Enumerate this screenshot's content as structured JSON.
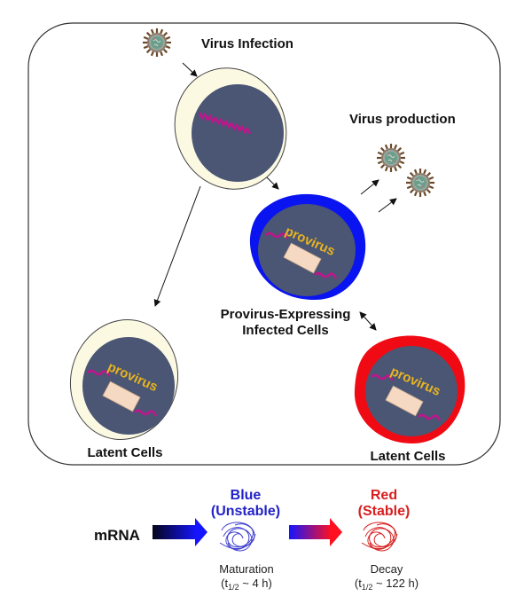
{
  "diagram": {
    "labels": {
      "virus_infection": "Virus Infection",
      "virus_production": "Virus production",
      "expressing_line1": "Provirus-Expressing",
      "expressing_line2": "Infected Cells",
      "latent_left": "Latent Cells",
      "latent_right": "Latent Cells"
    },
    "provirus_text": "provirus",
    "colors": {
      "cytoplasm_uninfected": "#fcf9e3",
      "nucleus": "#4a5673",
      "blue_cell": "#0a14f0",
      "red_cell": "#f00a14",
      "provirus_text": "#e8b321",
      "provirus_box": "#f6d9c2",
      "viral_rna": "#c0148c"
    }
  },
  "legend": {
    "mrna_label": "mRNA",
    "blue_title_1": "Blue",
    "blue_title_2": "(Unstable)",
    "red_title_1": "Red",
    "red_title_2": "(Stable)",
    "blue_caption_1": "Maturation",
    "blue_caption_2_prefix": "(t",
    "blue_caption_2_sub": "1/2",
    "blue_caption_2_suffix": " ~ 4 h)",
    "red_caption_1": "Decay",
    "red_caption_2_prefix": "(t",
    "red_caption_2_sub": "1/2",
    "red_caption_2_suffix": " ~ 122 h)",
    "colors": {
      "blue": "#2222c8",
      "red": "#d81e1e"
    }
  }
}
